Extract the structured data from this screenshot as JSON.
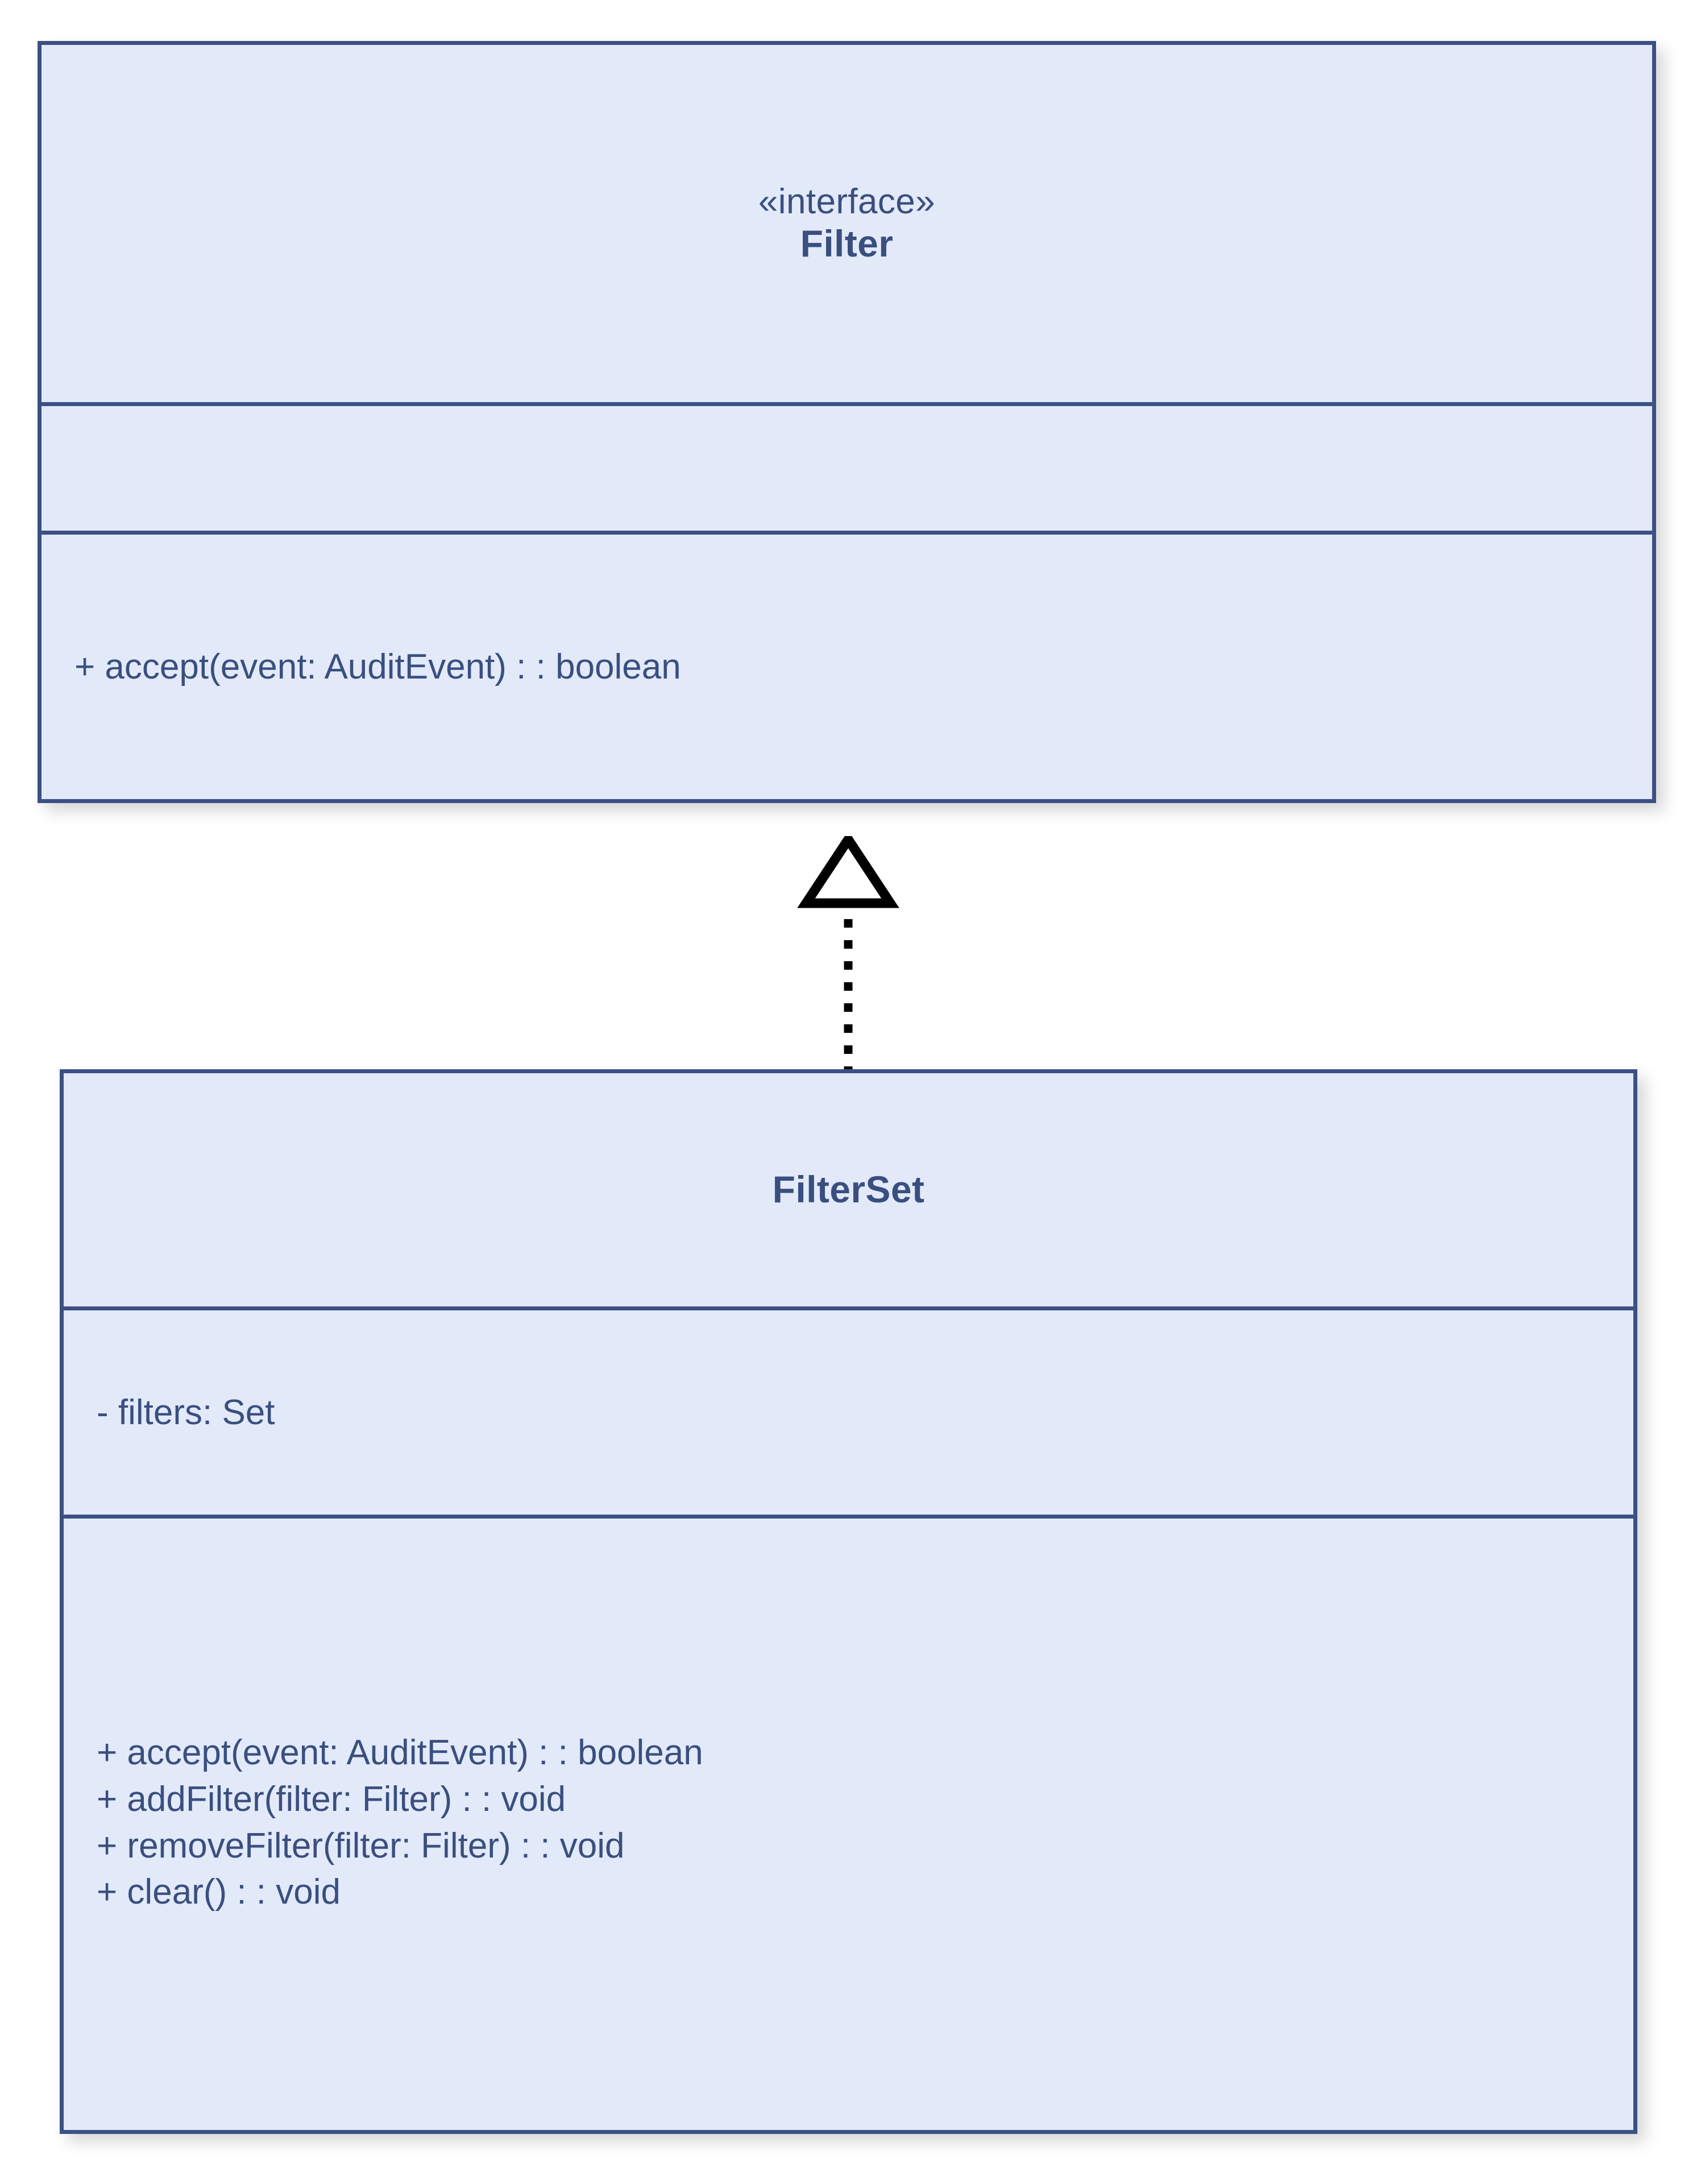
{
  "diagram": {
    "type": "uml-class-diagram",
    "background_color": "#ffffff",
    "class_fill_color": "#e2e9f9",
    "class_border_color": "#3b5083",
    "text_color": "#3a4f7e",
    "connector_color": "#000000"
  },
  "classes": [
    {
      "id": "filter",
      "stereotype": "«interface»",
      "name": "Filter",
      "attributes": [],
      "operations": [
        "+ accept(event: AuditEvent) : : boolean"
      ]
    },
    {
      "id": "filterset",
      "stereotype": "",
      "name": "FilterSet",
      "attributes": [
        "- filters: Set"
      ],
      "operations": [
        "+ accept(event: AuditEvent) : : boolean",
        "+ addFilter(filter: Filter) : : void",
        "+ removeFilter(filter: Filter) : : void",
        "+ clear() : : void"
      ]
    }
  ],
  "relationships": [
    {
      "id": "filterset-realizes-filter",
      "kind": "realization",
      "line_style": "dotted",
      "arrow_head": "hollow-triangle",
      "source": "FilterSet",
      "target": "Filter",
      "direction": "upward"
    }
  ]
}
